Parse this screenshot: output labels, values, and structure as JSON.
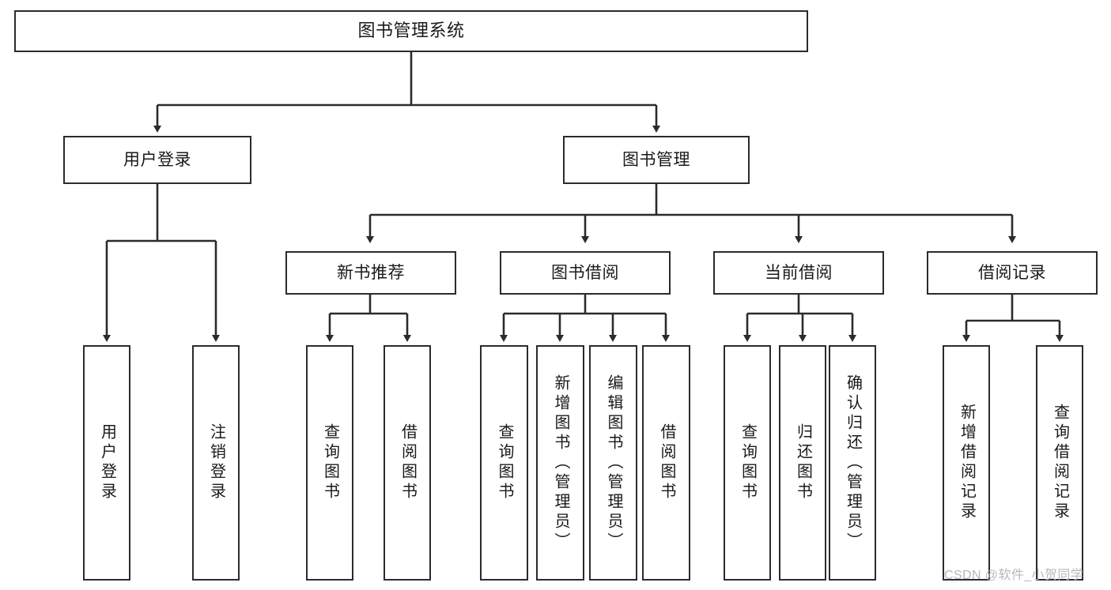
{
  "diagram": {
    "title": "图书管理系统",
    "type": "tree-hierarchy-chart",
    "stroke_color": "#2b2b2b",
    "background_color": "#ffffff",
    "text_color": "#1a1a1a"
  },
  "nodes": {
    "root": {
      "label": "图书管理系统"
    },
    "level2": [
      {
        "id": "user-login",
        "label": "用户登录"
      },
      {
        "id": "book-manage",
        "label": "图书管理"
      }
    ],
    "level3": [
      {
        "id": "new-book-recommend",
        "label": "新书推荐"
      },
      {
        "id": "book-borrow",
        "label": "图书借阅"
      },
      {
        "id": "current-borrow",
        "label": "当前借阅"
      },
      {
        "id": "borrow-record",
        "label": "借阅记录"
      }
    ],
    "leaves": {
      "user-login": [
        {
          "id": "leaf-user-login",
          "label": "用户登录"
        },
        {
          "id": "leaf-logout-login",
          "label": "注销登录"
        }
      ],
      "new-book-recommend": [
        {
          "id": "leaf-query-book-1",
          "label": "查询图书"
        },
        {
          "id": "leaf-borrow-book-1",
          "label": "借阅图书"
        }
      ],
      "book-borrow": [
        {
          "id": "leaf-query-book-2",
          "label": "查询图书"
        },
        {
          "id": "leaf-add-book",
          "label": "新增图书（管理员）"
        },
        {
          "id": "leaf-edit-book",
          "label": "编辑图书（管理员）"
        },
        {
          "id": "leaf-borrow-book-2",
          "label": "借阅图书"
        }
      ],
      "current-borrow": [
        {
          "id": "leaf-query-book-3",
          "label": "查询图书"
        },
        {
          "id": "leaf-return-book",
          "label": "归还图书"
        },
        {
          "id": "leaf-confirm-return",
          "label": "确认归还（管理员）"
        }
      ],
      "borrow-record": [
        {
          "id": "leaf-add-record",
          "label": "新增借阅记录"
        },
        {
          "id": "leaf-query-record",
          "label": "查询借阅记录"
        }
      ]
    }
  },
  "watermark": {
    "text": "CSDN @软件_小贺同学"
  }
}
